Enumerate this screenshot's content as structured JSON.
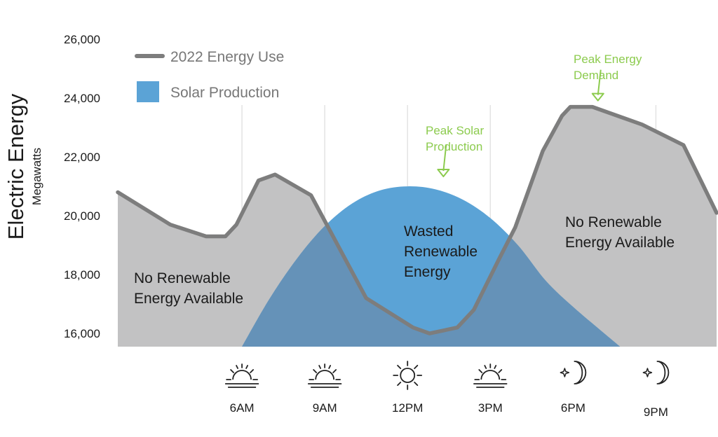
{
  "chart_data": {
    "type": "area",
    "ylabel": "Electric Energy",
    "ylabel_sub": "Megawatts",
    "ylim": [
      15550,
      27000
    ],
    "yticks": [
      26000,
      24000,
      22000,
      20000,
      18000,
      16000
    ],
    "ytick_labels": [
      "26,000",
      "24,000",
      "22,000",
      "20,000",
      "18,000",
      "16,000"
    ],
    "xlim": [
      1.5,
      23.2
    ],
    "xticks": [
      {
        "hour": 6,
        "label": "6AM",
        "icon": "sunrise-icon"
      },
      {
        "hour": 9,
        "label": "9AM",
        "icon": "sunrise-icon"
      },
      {
        "hour": 12,
        "label": "12PM",
        "icon": "sun-icon"
      },
      {
        "hour": 15,
        "label": "3PM",
        "icon": "sunset-icon"
      },
      {
        "hour": 18,
        "label": "6PM",
        "icon": "moon-star-icon"
      },
      {
        "hour": 21,
        "label": "9PM",
        "icon": "moon-star-icon"
      }
    ],
    "grid": "vertical",
    "legend_position": "top-left",
    "series": [
      {
        "name": "2022 Energy Use",
        "kind": "line",
        "color": "#7d7d7d",
        "fill": "#c2c2c3",
        "x": [
          1.5,
          3.4,
          4.7,
          5.4,
          5.8,
          6.6,
          7.2,
          8.5,
          10.5,
          12.2,
          12.8,
          13.8,
          14.4,
          15.3,
          15.9,
          16.9,
          17.6,
          17.9,
          18.7,
          20.5,
          22.0,
          23.2
        ],
        "y": [
          20800,
          19700,
          19300,
          19300,
          19700,
          21200,
          21400,
          20700,
          17200,
          16200,
          16000,
          16200,
          16800,
          18500,
          19600,
          22200,
          23400,
          23700,
          23700,
          23100,
          22400,
          20100
        ]
      },
      {
        "name": "Solar Production",
        "kind": "area",
        "color": "#5ba3d6",
        "x": [
          6.0,
          7.0,
          8.0,
          9.0,
          10.0,
          11.0,
          12.0,
          13.0,
          14.0,
          15.0,
          16.0,
          17.0,
          18.0,
          19.0,
          19.7
        ],
        "y": [
          15550,
          17180,
          18550,
          19650,
          20420,
          20860,
          21000,
          20900,
          20550,
          19920,
          19000,
          17800,
          16900,
          16100,
          15550
        ]
      }
    ],
    "overlap_color": "#6592b8",
    "annotations": [
      {
        "text": "Peak Energy\nDemand",
        "color": "#8ccb4e",
        "arrow_hour": 18.9,
        "arrow_value": 23700
      },
      {
        "text": "Peak Solar\nProduction",
        "color": "#8ccb4e",
        "arrow_hour": 13.3,
        "arrow_value": 21000
      }
    ],
    "region_labels": [
      {
        "text": "No Renewable\nEnergy Available"
      },
      {
        "text": "Wasted\nRenewable\nEnergy"
      },
      {
        "text": "No Renewable\nEnergy Available"
      }
    ]
  }
}
